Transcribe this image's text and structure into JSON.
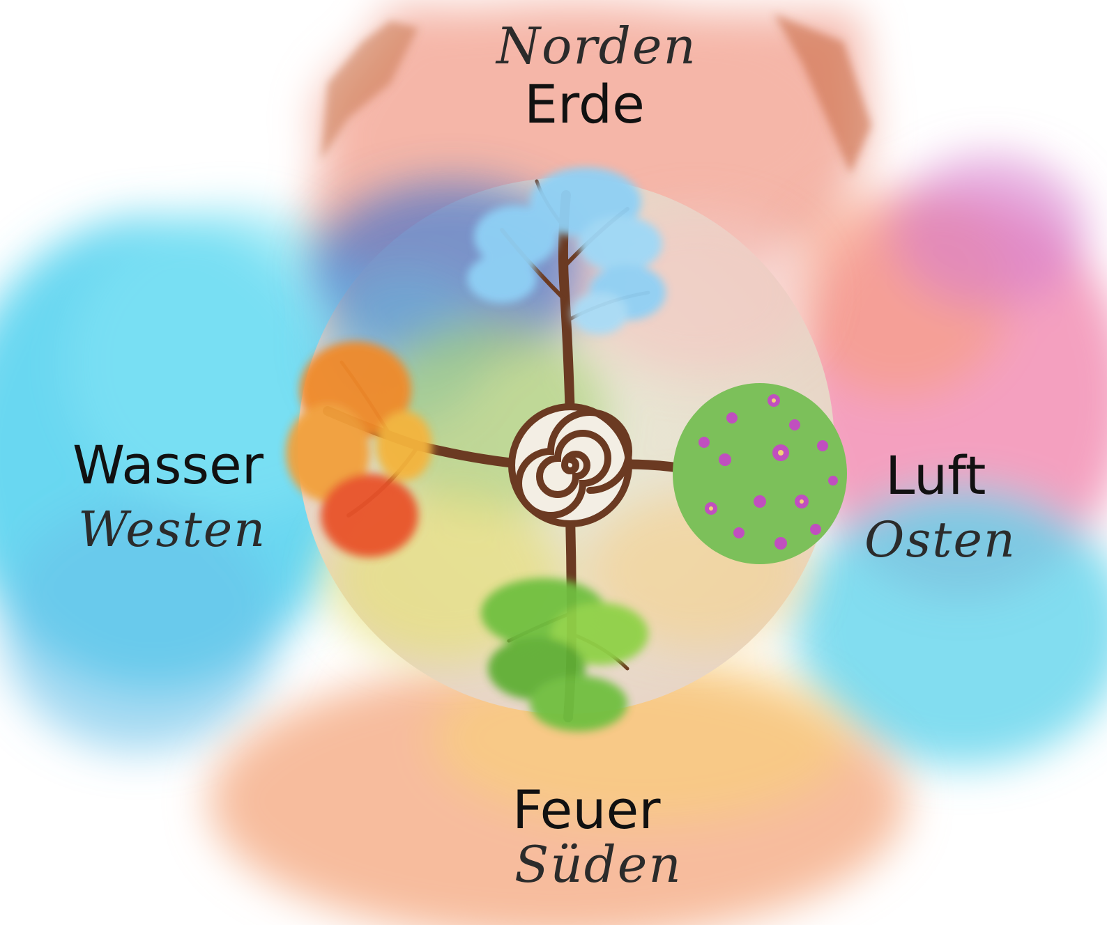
{
  "elements": {
    "north": {
      "element_label": "Erde",
      "direction_label": "Norden"
    },
    "west": {
      "element_label": "Wasser",
      "direction_label": "Westen"
    },
    "east": {
      "element_label": "Luft",
      "direction_label": "Osten"
    },
    "south": {
      "element_label": "Feuer",
      "direction_label": "Süden"
    }
  },
  "colors": {
    "north_wash": "#f2a99a",
    "west_wash": "#5fd3ef",
    "east_wash": "#f28fb4",
    "south_wash": "#f6b08c",
    "trunk": "#6b3a22",
    "winter_leaves": "#8fd0f5",
    "autumn_leaves": "#f08a2a",
    "summer_leaves": "#6fbf3f",
    "spring_leaves": "#7cc05a"
  },
  "icons": [
    "spiral-icon",
    "winter-tree-icon",
    "autumn-tree-icon",
    "spring-tree-icon",
    "summer-tree-icon"
  ]
}
